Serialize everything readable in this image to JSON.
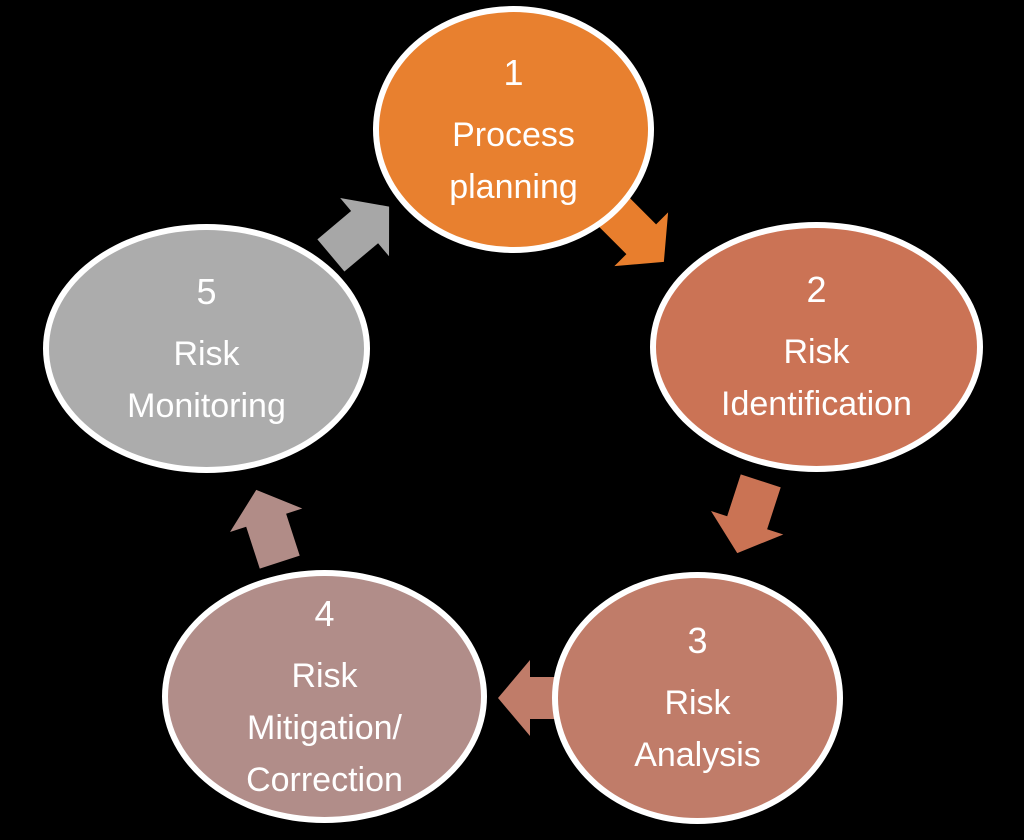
{
  "background_color": "#000000",
  "text_color": "#ffffff",
  "ellipse_border_color": "#ffffff",
  "diagram_type": "cycle",
  "steps": [
    {
      "number": "1",
      "label": "Process planning",
      "lines": [
        "Process",
        "planning"
      ],
      "fill": "#E8802F"
    },
    {
      "number": "2",
      "label": "Risk Identification",
      "lines": [
        "Risk",
        "Identification"
      ],
      "fill": "#CB7355"
    },
    {
      "number": "3",
      "label": "Risk Analysis",
      "lines": [
        "Risk",
        "Analysis"
      ],
      "fill": "#C07C69"
    },
    {
      "number": "4",
      "label": "Risk Mitigation/ Correction",
      "lines": [
        "Risk",
        "Mitigation/",
        "Correction"
      ],
      "fill": "#B18D89"
    },
    {
      "number": "5",
      "label": "Risk Monitoring",
      "lines": [
        "Risk",
        "Monitoring"
      ],
      "fill": "#ACACAC"
    }
  ],
  "arrows": [
    {
      "from": "step-1",
      "to": "step-2",
      "fill": "#E87E2D"
    },
    {
      "from": "step-2",
      "to": "step-3",
      "fill": "#CA7354"
    },
    {
      "from": "step-3",
      "to": "step-4",
      "fill": "#C07C69"
    },
    {
      "from": "step-4",
      "to": "step-5",
      "fill": "#B18C87"
    },
    {
      "from": "step-5",
      "to": "step-1",
      "fill": "#A7A7A7"
    }
  ]
}
